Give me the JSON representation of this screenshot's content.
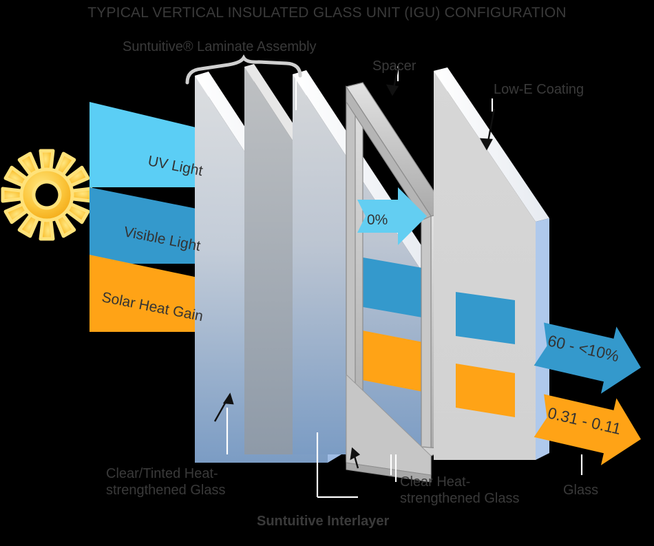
{
  "header": {
    "title": "TYPICAL VERTICAL INSULATED GLASS UNIT (IGU) CONFIGURATION"
  },
  "labels": {
    "laminate_assembly": "Suntuitive® Laminate Assembly",
    "spacer": "Spacer",
    "low_e": "Low-E Coating",
    "clear_tinted_line1": "Clear/Tinted Heat-",
    "clear_tinted_line2": "strengthened Glass",
    "interlayer": "Suntuitive Interlayer",
    "clear_line1": "Clear Heat-",
    "clear_line2": "strengthened Glass",
    "glass": "Glass"
  },
  "bands": [
    {
      "name": "uv-light",
      "text": "UV Light",
      "color": "#5BCEF5"
    },
    {
      "name": "visible-light",
      "text": "Visible Light",
      "color": "#3499CC"
    },
    {
      "name": "solar-heat-gain",
      "text": "Solar Heat Gain",
      "color": "#FFA316"
    }
  ],
  "arrows": {
    "interior_uv": {
      "text": "0%",
      "color": "#63CEF2"
    },
    "visible_out": {
      "text": "60 - <10%",
      "color": "#3499CC"
    },
    "solar_heat_out": {
      "text": "0.31 - 0.11",
      "color": "#FFA316"
    }
  },
  "colors": {
    "background": "#000000",
    "title_text": "#3a3a3a",
    "sun_outer": "#FCD95B",
    "sun_inner": "#F5A623",
    "glass_top": "#d8dadc",
    "glass_bottom": "#7b9cc4",
    "spacer_gray": "#b3b3b3",
    "leader": "#ffffff"
  }
}
